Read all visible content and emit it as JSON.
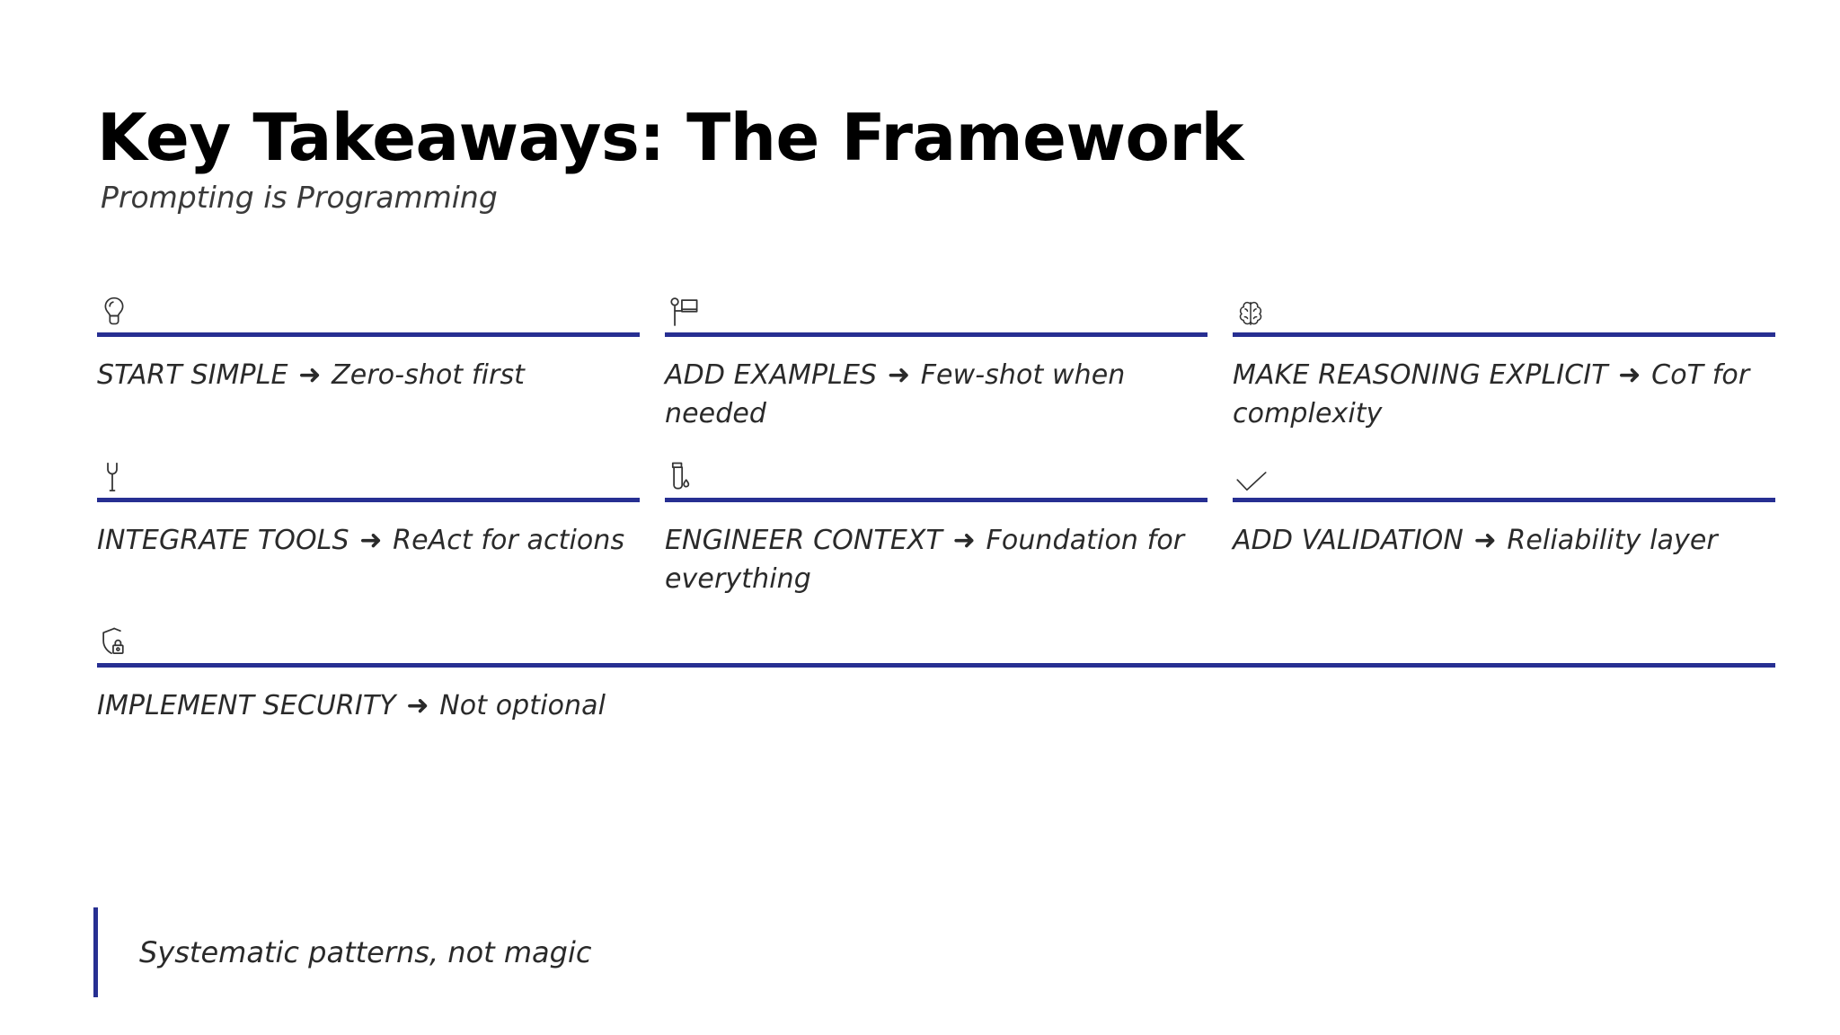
{
  "slide": {
    "title": "Key Takeaways: The Framework",
    "subtitle": "Prompting is Programming",
    "accent_color": "#272f92",
    "background_color": "#ffffff",
    "text_color": "#2a2a2a"
  },
  "arrow_glyph": "➜",
  "takeaways": [
    {
      "icon": "lightbulb-icon",
      "label": "START SIMPLE",
      "detail": "Zero-shot first",
      "text": "START SIMPLE ➜ Zero-shot first"
    },
    {
      "icon": "presenter-board-icon",
      "label": "ADD EXAMPLES",
      "detail": "Few-shot when needed",
      "text": "ADD EXAMPLES ➜ Few-shot when needed"
    },
    {
      "icon": "brain-icon",
      "label": "MAKE REASONING EXPLICIT",
      "detail": "CoT for complexity",
      "text": "MAKE REASONING EXPLICIT ➜ CoT for complexity"
    },
    {
      "icon": "wrench-icon",
      "label": "INTEGRATE TOOLS",
      "detail": "ReAct for actions",
      "text": "INTEGRATE TOOLS ➜ ReAct for actions"
    },
    {
      "icon": "test-tube-icon",
      "label": "ENGINEER CONTEXT",
      "detail": "Foundation for everything",
      "text": "ENGINEER CONTEXT ➜ Foundation for everything"
    },
    {
      "icon": "checkmark-icon",
      "label": "ADD VALIDATION",
      "detail": "Reliability layer",
      "text": "ADD VALIDATION ➜ Reliability layer"
    },
    {
      "icon": "shield-lock-icon",
      "label": "IMPLEMENT SECURITY",
      "detail": "Not optional",
      "text": "IMPLEMENT SECURITY ➜ Not optional"
    }
  ],
  "callout": {
    "text": "Systematic patterns, not magic"
  }
}
